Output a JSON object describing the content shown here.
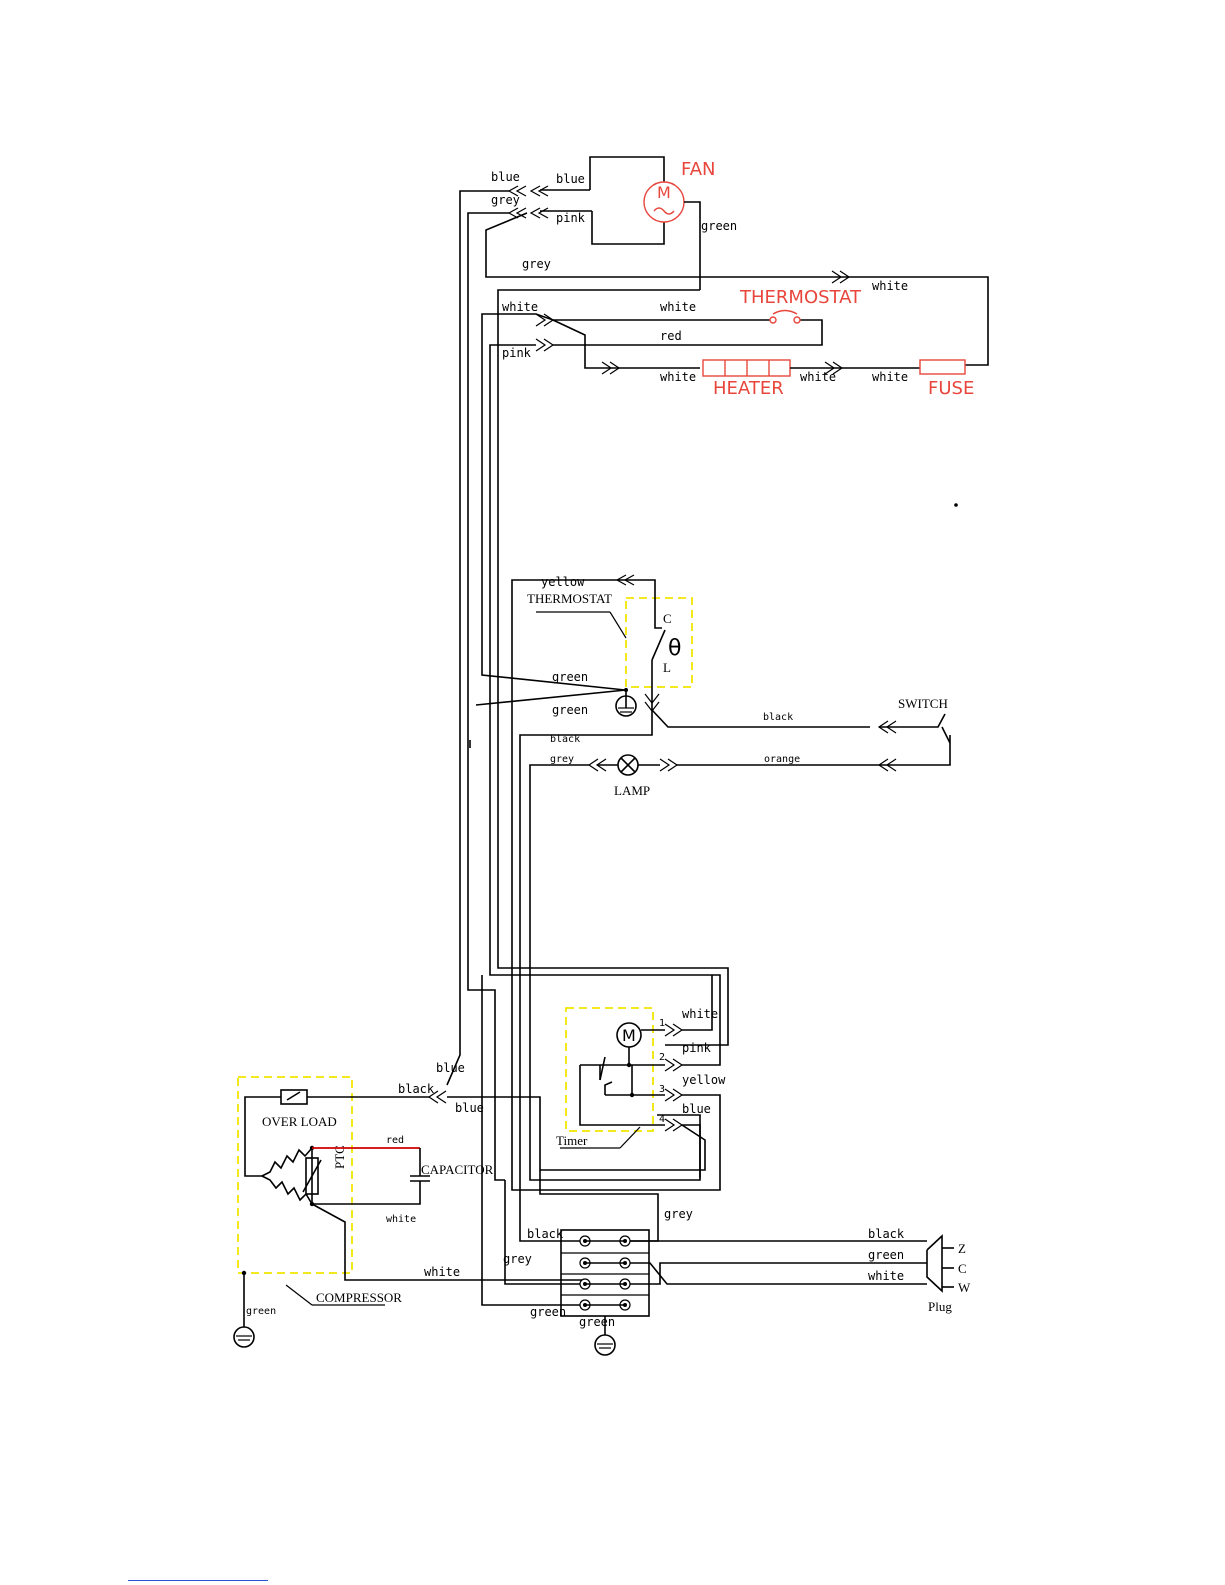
{
  "components": {
    "fan": "FAN",
    "thermostat_defrost": "THERMOSTAT",
    "heater": "HEATER",
    "fuse": "FUSE",
    "thermostat_main": "THERMOSTAT",
    "switch": "SWITCH",
    "lamp": "LAMP",
    "timer": "Timer",
    "overload": "OVER LOAD",
    "capacitor": "CAPACITOR",
    "ptc": "PTC",
    "compressor": "COMPRESSOR",
    "plug": "Plug",
    "motor_symbol": "M",
    "theta": "θ",
    "thermostat_c": "C",
    "thermostat_l": "L",
    "timer_pin_1": "1",
    "timer_pin_2": "2",
    "timer_pin_3": "3",
    "timer_pin_4": "4",
    "plug_z": "Z",
    "plug_c": "C",
    "plug_w": "W"
  },
  "wires": {
    "blue_outer": "blue",
    "blue_fan": "blue",
    "grey_outer": "grey",
    "pink_fan": "pink",
    "green_fan": "green",
    "grey_loop": "grey",
    "white_return": "white",
    "white_left": "white",
    "white_thermo": "white",
    "red_thermo": "red",
    "pink_left": "pink",
    "white_heater_in": "white",
    "white_heater_out": "white",
    "white_fuse": "white",
    "yellow_thermo": "yellow",
    "green_1": "green",
    "green_2": "green",
    "black_switch": "black",
    "black_left": "black",
    "grey_lamp": "grey",
    "orange_lamp": "orange",
    "timer_white": "white",
    "timer_pink": "pink",
    "timer_yellow": "yellow",
    "timer_blue": "blue",
    "blue_comp_top": "blue",
    "black_comp": "black",
    "blue_comp": "blue",
    "red_cap": "red",
    "white_cap": "white",
    "white_comp": "white",
    "green_comp": "green",
    "grey_term": "grey",
    "black_term": "black",
    "grey_term_left": "grey",
    "green_term": "green",
    "green_term_ground": "green",
    "black_plug": "black",
    "green_plug": "green",
    "white_plug": "white"
  }
}
